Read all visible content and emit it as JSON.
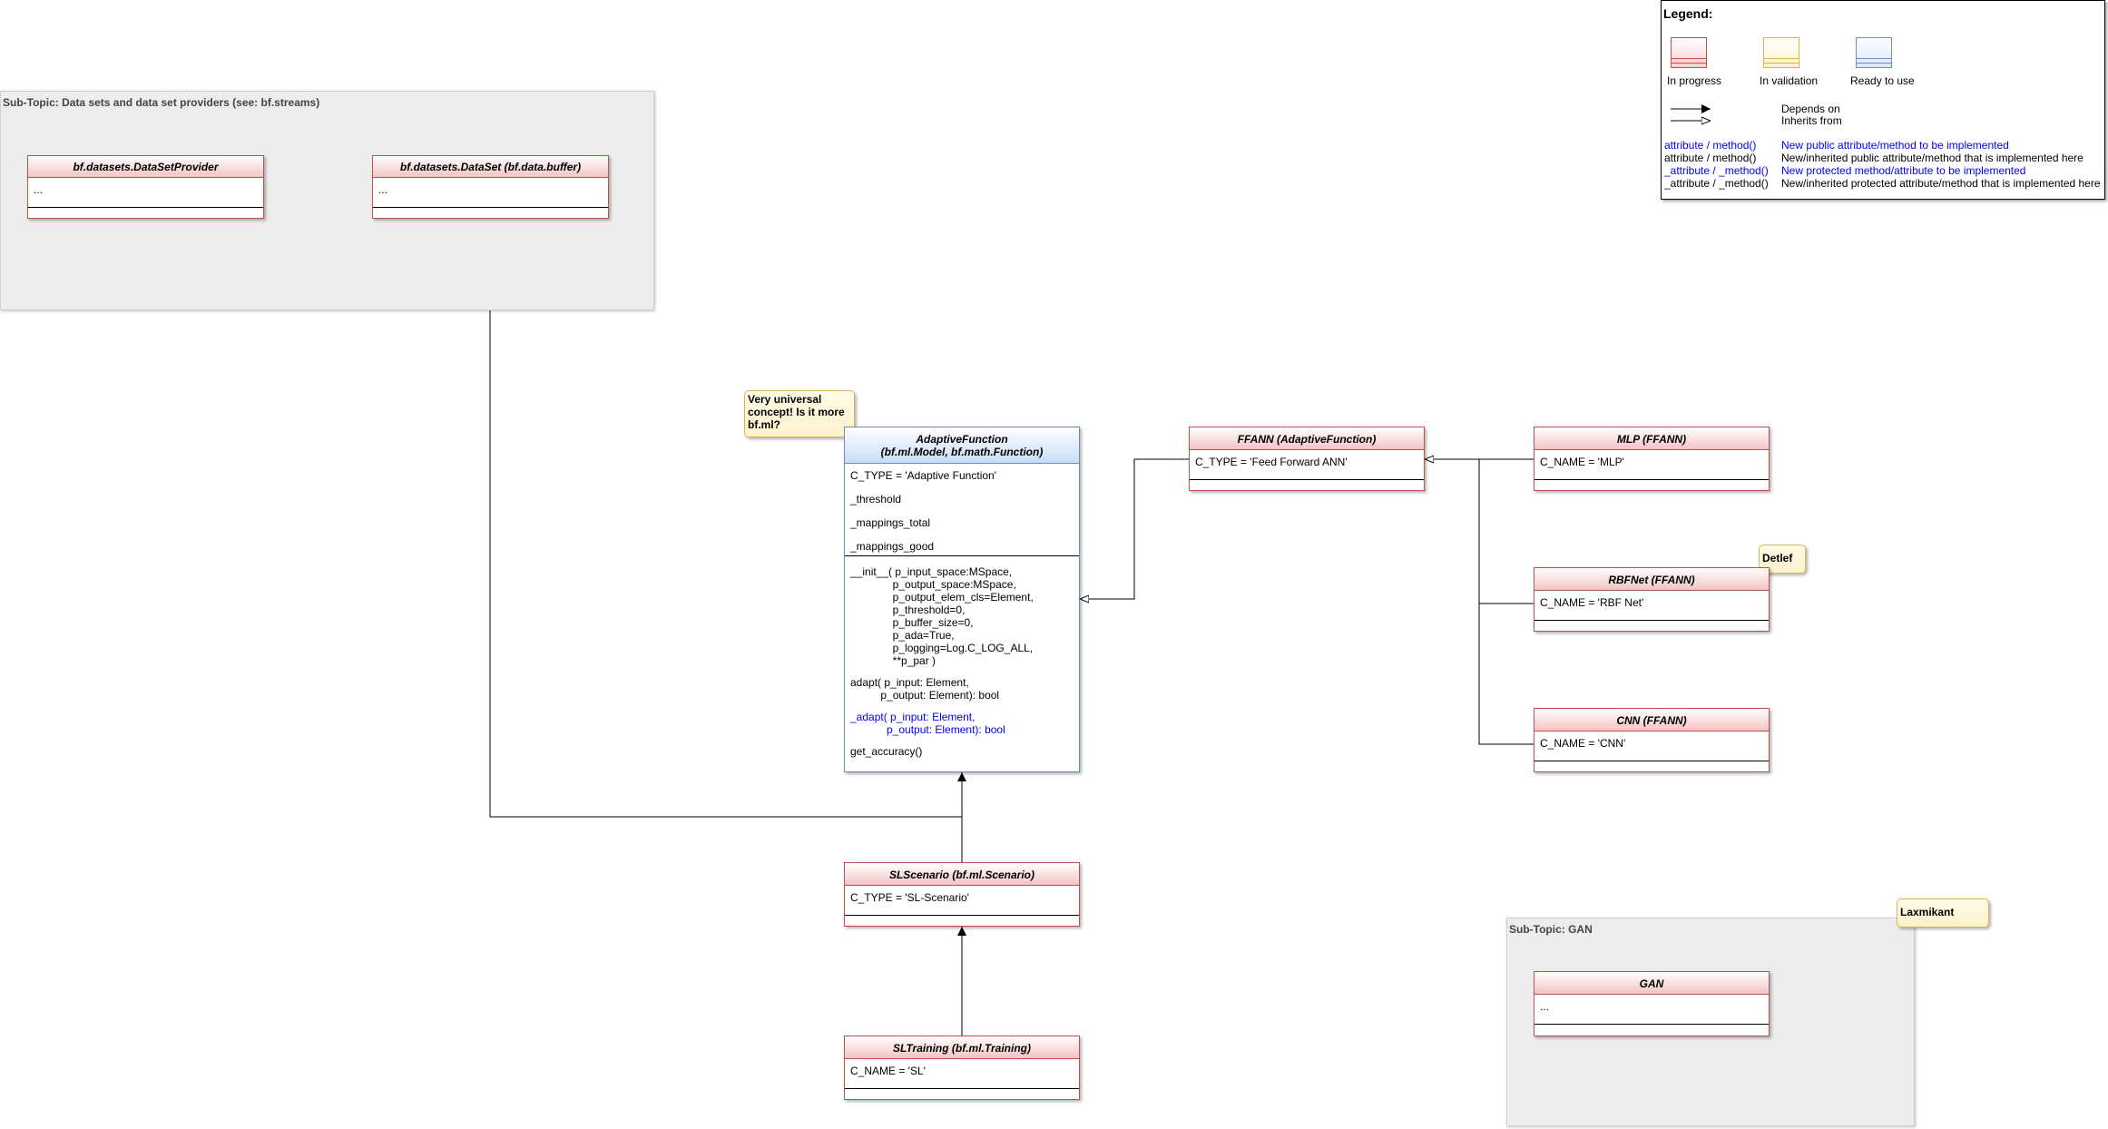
{
  "colors": {
    "in_progress_stroke": "#b85450",
    "in_progress_fill": "#f8cecc",
    "in_validation_stroke": "#d6b656",
    "in_validation_fill": "#fff2cc",
    "ready_stroke": "#6c8ebf",
    "ready_fill": "#dae8fc",
    "new_item_text": "#0000ff",
    "subtopic_fill": "#ededed"
  },
  "subtopics": {
    "datasets": {
      "title": "Sub-Topic: Data sets and data set providers (see: bf.streams)"
    },
    "gan": {
      "title": "Sub-Topic: GAN"
    }
  },
  "classes": {
    "dataset_provider": {
      "title": "bf.datasets.DataSetProvider",
      "attributes": [
        "..."
      ]
    },
    "dataset": {
      "title": "bf.datasets.DataSet (bf.data.buffer)",
      "attributes": [
        "..."
      ]
    },
    "adaptive_function": {
      "title_line1": "AdaptiveFunction",
      "title_line2": "(bf.ml.Model, bf.math.Function)",
      "attributes": [
        "C_TYPE = 'Adaptive Function'",
        "_threshold",
        "_mappings_total",
        "_mappings_good"
      ],
      "methods": {
        "init": "__init__( p_input_space:MSpace,\n              p_output_space:MSpace,\n              p_output_elem_cls=Element,\n              p_threshold=0,\n              p_buffer_size=0,\n              p_ada=True,\n              p_logging=Log.C_LOG_ALL,\n              **p_par )",
        "adapt": "adapt( p_input: Element,\n          p_output: Element): bool",
        "adapt_protected": "_adapt( p_input: Element,\n            p_output: Element): bool",
        "get_accuracy": "get_accuracy()"
      }
    },
    "ffann": {
      "title": "FFANN (AdaptiveFunction)",
      "attributes": [
        "C_TYPE = 'Feed Forward ANN'"
      ]
    },
    "mlp": {
      "title": "MLP (FFANN)",
      "attributes": [
        "C_NAME = 'MLP'"
      ]
    },
    "rbfnet": {
      "title": "RBFNet (FFANN)",
      "attributes": [
        "C_NAME = 'RBF Net'"
      ]
    },
    "cnn": {
      "title": "CNN (FFANN)",
      "attributes": [
        "C_NAME = 'CNN'"
      ]
    },
    "slscenario": {
      "title": "SLScenario (bf.ml.Scenario)",
      "attributes": [
        "C_TYPE = 'SL-Scenario'"
      ]
    },
    "sltraining": {
      "title": "SLTraining (bf.ml.Training)",
      "attributes": [
        "C_NAME = 'SL'"
      ]
    },
    "gan": {
      "title": "GAN",
      "attributes": [
        "..."
      ]
    }
  },
  "notes": {
    "universal": "Very universal concept! Is it more bf.ml?",
    "detlef": "Detlef",
    "laxmikant": "Laxmikant"
  },
  "legend": {
    "title": "Legend:",
    "status": [
      "In progress",
      "In validation",
      "Ready to use"
    ],
    "arrows": [
      "Depends on",
      "Inherits from"
    ],
    "text_styles": [
      {
        "sample": "attribute / method()",
        "meaning": "New public attribute/method to be implemented",
        "blue": true
      },
      {
        "sample": "attribute / method()",
        "meaning": "New/inherited public attribute/method that is implemented here",
        "blue": false
      },
      {
        "sample": "_attribute / _method()",
        "meaning": "New protected method/attribute to be implemented",
        "blue": true
      },
      {
        "sample": "_attribute / _method()",
        "meaning": "New/inherited protected attribute/method that is implemented here",
        "blue": false
      }
    ]
  }
}
